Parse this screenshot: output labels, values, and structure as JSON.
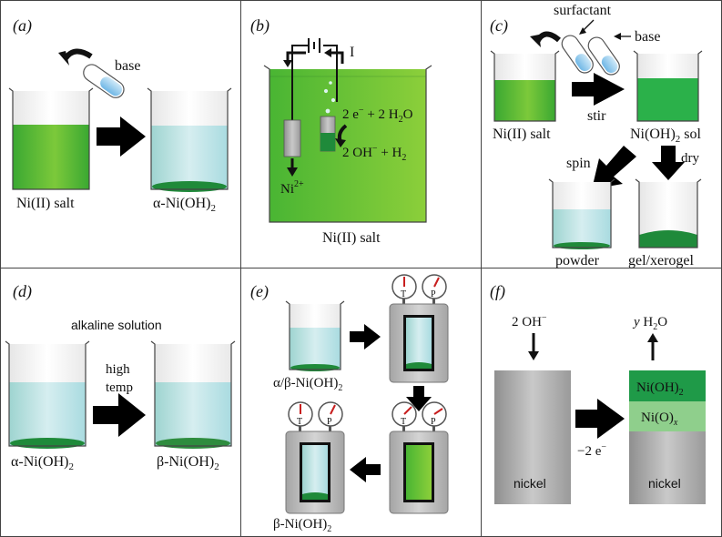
{
  "colors": {
    "green_liquid": "#4cb82e",
    "green_dark": "#1f8a3a",
    "pale_liquid": "#b9e3e6",
    "grey_body": "#9a9a9a",
    "gauge_red": "#c81e1e",
    "arrow": "#000000"
  },
  "panels": {
    "a": {
      "label": "(a)",
      "reagent": "base",
      "left_caption": "Ni(II) salt",
      "right_caption": "α-Ni(OH)2"
    },
    "b": {
      "label": "(b)",
      "current": "I",
      "reaction_top": "2 e⁻ + 2 H2O",
      "reaction_bottom": "2 OH⁻ + H2",
      "ion": "Ni2+",
      "caption": "Ni(II) salt"
    },
    "c": {
      "label": "(c)",
      "surfactant": "surfactant",
      "base": "base",
      "stir": "stir",
      "left_caption": "Ni(II) salt",
      "sol_caption": "Ni(OH)2 sol",
      "spin": "spin",
      "dry": "dry",
      "powder": "powder",
      "gel": "gel/xerogel"
    },
    "d": {
      "label": "(d)",
      "title": "alkaline solution",
      "cond_line1": "high",
      "cond_line2": "temp",
      "left_caption": "α-Ni(OH)2",
      "right_caption": "β-Ni(OH)2"
    },
    "e": {
      "label": "(e)",
      "gauge_t": "T",
      "gauge_p": "P",
      "start_caption": "α/β-Ni(OH)2",
      "end_caption": "β-Ni(OH)2"
    },
    "f": {
      "label": "(f)",
      "in_label": "2 OH⁻",
      "out_label": "y H2O",
      "layer_top": "Ni(OH)2",
      "layer_mid": "Ni(O)x",
      "electron": "−2 e⁻",
      "left_block": "nickel",
      "right_block": "nickel"
    }
  }
}
